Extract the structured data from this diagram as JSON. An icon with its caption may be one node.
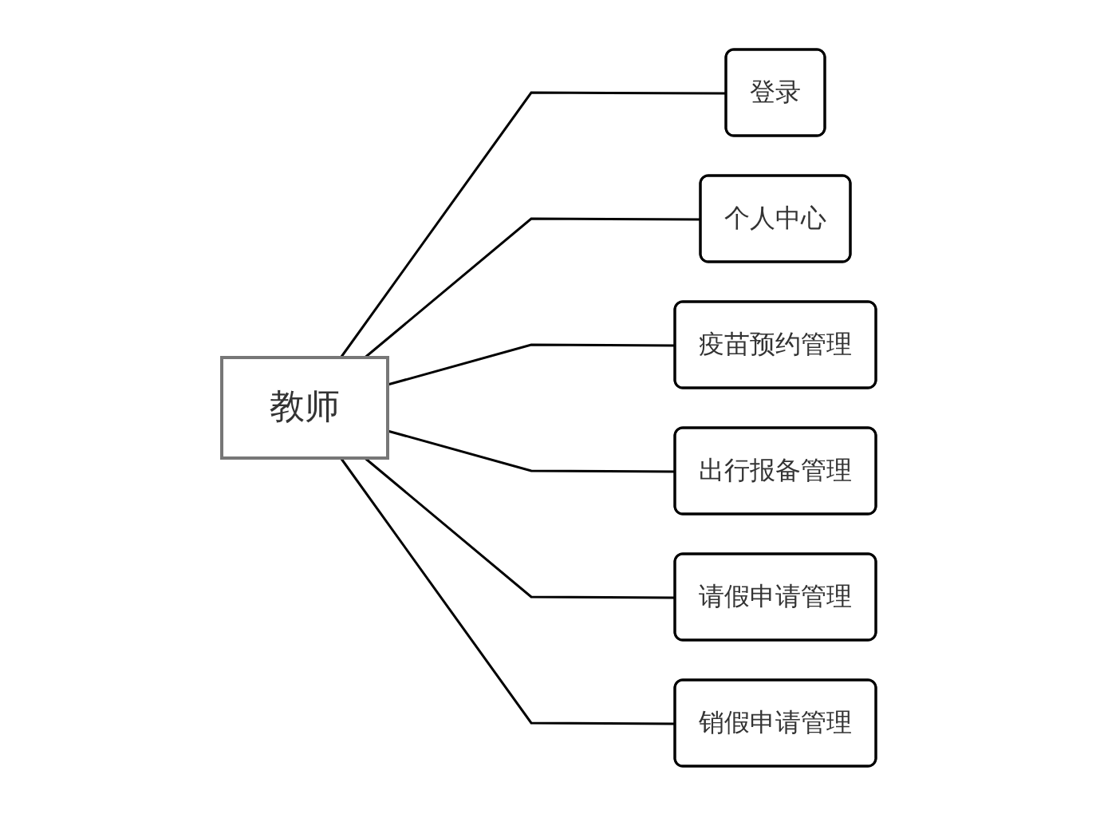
{
  "diagram": {
    "nodes": [
      {
        "text": [
          "教师"
        ]
      },
      {
        "text": [
          "登录"
        ]
      },
      {
        "text": [
          "个人中心"
        ]
      },
      {
        "text": [
          "疫苗预约管理"
        ]
      },
      {
        "text": [
          "出行报备管理"
        ]
      },
      {
        "text": [
          "请假申请管理"
        ]
      },
      {
        "text": [
          "销假申请管理"
        ]
      }
    ],
    "edges": [
      {
        "from": 0,
        "to": 1,
        "arrow": "none"
      },
      {
        "from": 0,
        "to": 2,
        "arrow": "none"
      },
      {
        "from": 0,
        "to": 3,
        "arrow": "none"
      },
      {
        "from": 0,
        "to": 4,
        "arrow": "none"
      },
      {
        "from": 0,
        "to": 5,
        "arrow": "none"
      },
      {
        "from": 0,
        "to": 6,
        "arrow": "none"
      }
    ]
  }
}
